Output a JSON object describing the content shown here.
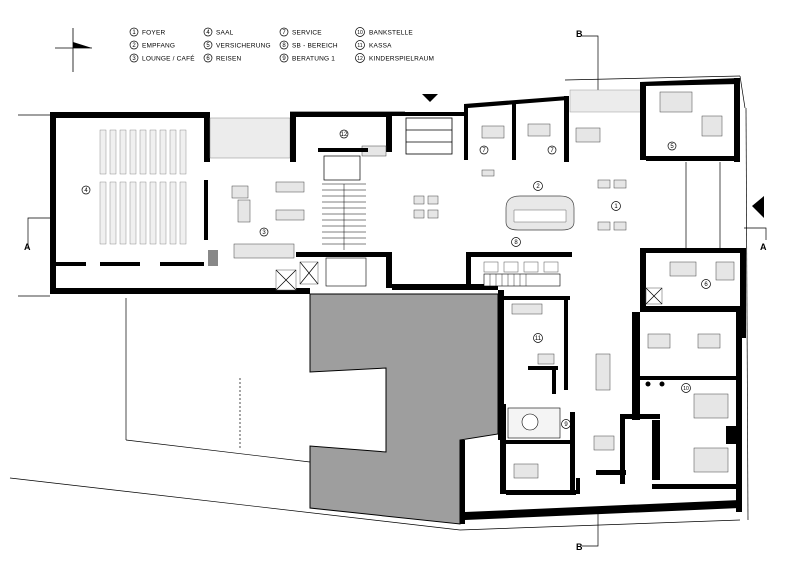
{
  "legend": {
    "items": [
      {
        "num": "1",
        "label": "FOYER"
      },
      {
        "num": "2",
        "label": "EMPFANG"
      },
      {
        "num": "3",
        "label": "LOUNGE / CAFÉ"
      },
      {
        "num": "4",
        "label": "SAAL"
      },
      {
        "num": "5",
        "label": "VERSICHERUNG"
      },
      {
        "num": "6",
        "label": "REISEN"
      },
      {
        "num": "7",
        "label": "SERVICE"
      },
      {
        "num": "8",
        "label": "SB - BEREICH"
      },
      {
        "num": "9",
        "label": "BERATUNG 1"
      },
      {
        "num": "10",
        "label": "BANKSTELLE"
      },
      {
        "num": "11",
        "label": "KASSA"
      },
      {
        "num": "12",
        "label": "KINDERSPIELRAUM"
      }
    ]
  },
  "section_marks": {
    "a_left": "A",
    "a_right": "A",
    "b_top": "B",
    "b_bottom": "B"
  },
  "room_labels": {
    "r1": "1",
    "r2": "2",
    "r3": "3",
    "r4": "4",
    "r5": "5",
    "r6": "6",
    "r7a": "7",
    "r7b": "7",
    "r8": "8",
    "r9": "9",
    "r10": "10",
    "r11": "11",
    "r12": "12"
  },
  "colors": {
    "wall": "#000000",
    "courtyard": "#9e9e9e",
    "furniture": "#e6e6e6"
  }
}
